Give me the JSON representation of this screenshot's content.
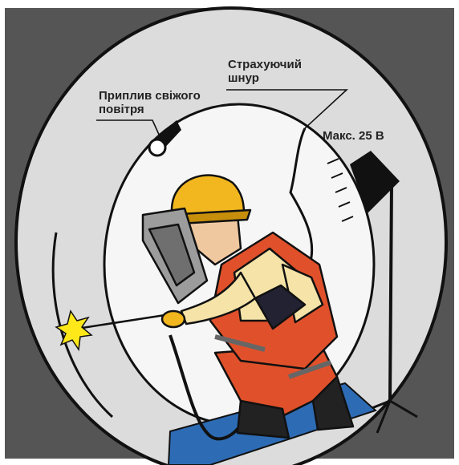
{
  "labels": {
    "lifeline_line1": "Страхуючий",
    "lifeline_line2": "шнур",
    "fresh_air_line1": "Приплив свіжого",
    "fresh_air_line2": "повітря",
    "max_voltage": "Макс. 25 В"
  },
  "colors": {
    "background": "#555555",
    "tank_wall": "#dcdcdc",
    "tank_inner": "#f6f6f6",
    "helmet": "#f2b71f",
    "suit": "#e0512b",
    "vest": "#f5e3a8",
    "mask": "#9c9c9c",
    "mat": "#2d6cb5",
    "spark": "#ffe81a"
  },
  "icons": [
    "air-vent-icon",
    "lamp-icon",
    "spark-icon",
    "welder-figure"
  ]
}
